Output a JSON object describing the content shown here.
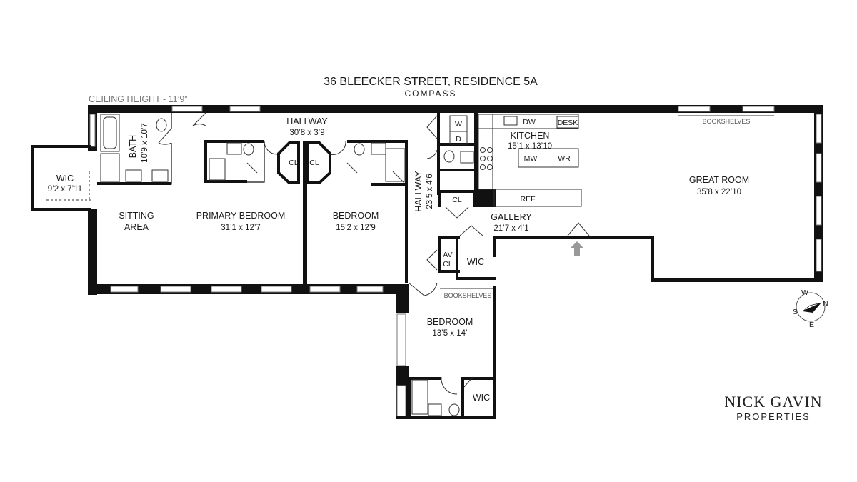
{
  "header": {
    "title": "36 BLEECKER STREET, RESIDENCE 5A",
    "brand": "COMPASS",
    "ceiling": "CEILING HEIGHT - 11’9”"
  },
  "rooms": {
    "wic_west": {
      "name": "WIC",
      "dim": "9’2 x 7’11"
    },
    "bath": {
      "name": "BATH",
      "dim": "10’9 x 10’7"
    },
    "sitting_area": {
      "line1": "SITTING",
      "line2": "AREA"
    },
    "primary_bedroom": {
      "name": "PRIMARY BEDROOM",
      "dim": "31’1 x 12’7"
    },
    "hallway_top": {
      "name": "HALLWAY",
      "dim": "30’8 x 3’9"
    },
    "cl_left": {
      "name": "CL"
    },
    "cl_right": {
      "name": "CL"
    },
    "bedroom_2": {
      "name": "BEDROOM",
      "dim": "15’2 x 12’9"
    },
    "hallway_vertical": {
      "name": "HALLWAY",
      "dim": "23’5 x 4’6"
    },
    "washer": {
      "name": "W"
    },
    "dryer": {
      "name": "D"
    },
    "cl_hall": {
      "name": "CL"
    },
    "kitchen": {
      "name": "KITCHEN",
      "dim": "15’1 x 13’10"
    },
    "kitchen_dw": {
      "name": "DW"
    },
    "kitchen_desk": {
      "name": "DESK"
    },
    "kitchen_mw": {
      "name": "MW"
    },
    "kitchen_wr": {
      "name": "WR"
    },
    "kitchen_ref": {
      "name": "REF"
    },
    "bookshelves_great": {
      "name": "BOOKSHELVES"
    },
    "great_room": {
      "name": "GREAT ROOM",
      "dim": "35’8 x 22’10"
    },
    "gallery": {
      "name": "GALLERY",
      "dim": "21’7 x 4’1"
    },
    "av_cl": {
      "line1": "AV",
      "line2": "CL"
    },
    "wic_mid": {
      "name": "WIC"
    },
    "bookshelves_bed": {
      "name": "BOOKSHELVES"
    },
    "bedroom_3": {
      "name": "BEDROOM",
      "dim": "13’5 x 14’"
    },
    "wic_bottom": {
      "name": "WIC"
    }
  },
  "compass_rose": {
    "n": "N",
    "e": "E",
    "s": "S",
    "w": "W"
  },
  "agent": {
    "name": "NICK GAVIN",
    "sub": "PROPERTIES"
  },
  "colors": {
    "wall": "#111111",
    "text": "#1a1a1a",
    "entry_arrow": "#999999"
  },
  "icons": [
    "compass-rose-icon",
    "entry-arrow-icon"
  ]
}
